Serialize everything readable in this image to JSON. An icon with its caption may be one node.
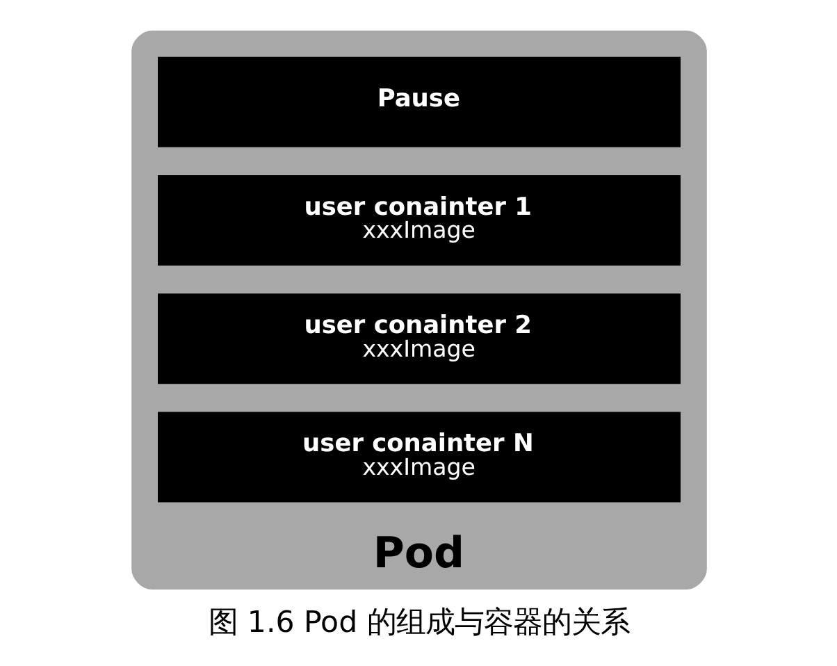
{
  "diagram": {
    "caption": "图 1.6 Pod 的组成与容器的关系",
    "nodes": [
      {
        "text": [
          "Pod"
        ]
      },
      {
        "text": [
          "Pause"
        ],
        "in": 0
      },
      {
        "text": [
          "user conainter 1",
          "xxxImage"
        ],
        "in": 0
      },
      {
        "text": [
          "user conainter 2",
          "xxxImage"
        ],
        "in": 0
      },
      {
        "text": [
          "user conainter N",
          "xxxImage"
        ],
        "in": 0
      }
    ],
    "edges": []
  }
}
